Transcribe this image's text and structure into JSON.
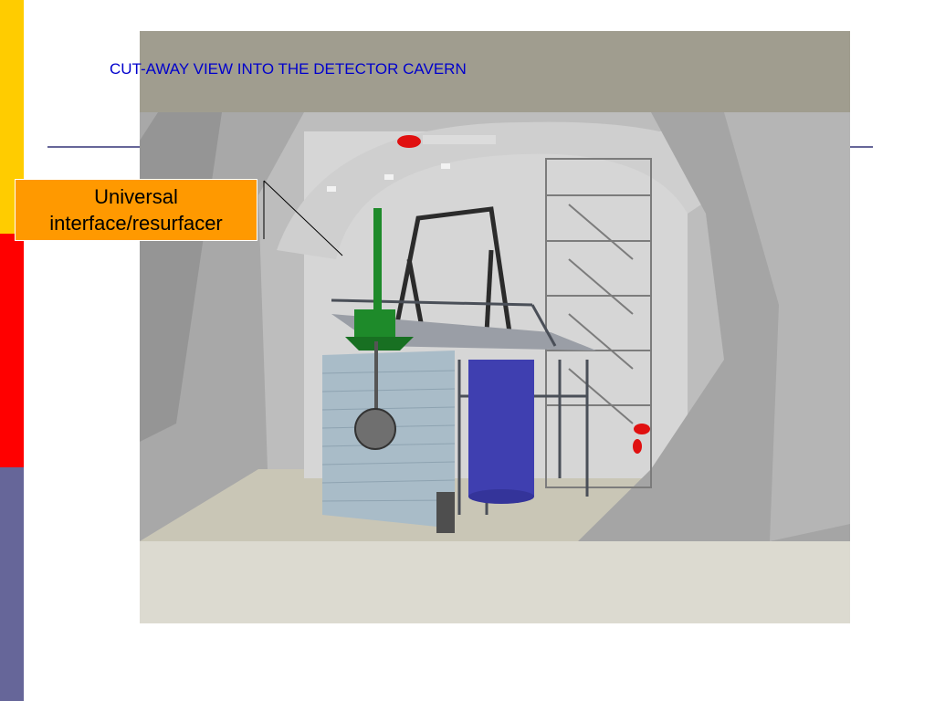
{
  "slide": {
    "title": "CUT-AWAY VIEW INTO THE DETECTOR CAVERN",
    "callout_line1": "Universal",
    "callout_line2": "interface/resurfacer"
  },
  "colors": {
    "stripe_top": "#FFCC00",
    "stripe_middle": "#FF0000",
    "stripe_bottom": "#666699",
    "rule": "#666699",
    "title_text": "#0000CC",
    "callout_fill": "#FF9900"
  },
  "figure": {
    "description_icon": "cavern-render-image"
  }
}
